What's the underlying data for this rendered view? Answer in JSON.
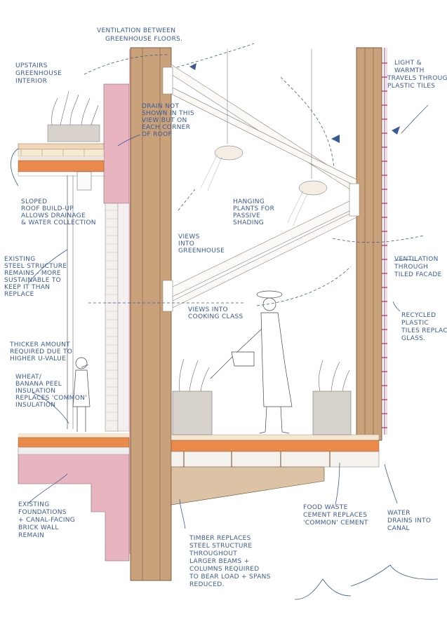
{
  "colors": {
    "timber": "#c9a27c",
    "timber_dark": "#7a5a3c",
    "brick_pink": "#e8b4c0",
    "insulation_orange": "#e98a4a",
    "concrete_grey": "#d8d2cc",
    "annotation_blue": "#3b5a94",
    "magenta_tiles": "#c43b6c",
    "pale_wood": "#ddc3a6"
  },
  "annotations": {
    "ventilation_between": [
      "VENTILATION BETWEEN",
      "GREENHOUSE FLOORS."
    ],
    "upstairs": [
      "UPSTAIRS",
      "GREENHOUSE",
      "INTERIOR"
    ],
    "light_warmth": [
      "LIGHT &",
      "WARMTH",
      "TRAVELS THROUGH",
      "PLASTIC TILES"
    ],
    "drain": [
      "DRAIN NOT",
      "SHOWN IN THIS",
      "VIEW BUT ON",
      "EACH CORNER",
      "OF ROOF"
    ],
    "sloped_roof": [
      "SLOPED",
      "ROOF BUILD-UP",
      "ALLOWS DRAINAGE",
      "& WATER COLLECTION"
    ],
    "hanging_plants": [
      "HANGING",
      "PLANTS FOR",
      "PASSIVE",
      "SHADING"
    ],
    "views_greenhouse": [
      "VIEWS",
      "INTO",
      "GREENHOUSE"
    ],
    "ventilation_facade": [
      "VENTILATION",
      "THROUGH",
      "TILED FACADE"
    ],
    "existing_steel": [
      "EXISTING",
      "STEEL STRUCTURE",
      "REMAINS - MORE",
      "SUSTAINABLE TO",
      "KEEP IT THAN",
      "REPLACE"
    ],
    "views_cooking": [
      "VIEWS INTO",
      "COOKING CLASS"
    ],
    "recycled_tiles": [
      "RECYCLED",
      "PLASTIC",
      "TILES REPLACE",
      "GLASS."
    ],
    "thicker_amount": [
      "THICKER AMOUNT",
      "REQUIRED DUE TO",
      "HIGHER U-VALUE"
    ],
    "wheat_banana": [
      "WHEAT/",
      "BANANA PEEL",
      "INSULATION",
      "REPLACES 'COMMON'",
      "INSULATION"
    ],
    "existing_foundations": [
      "EXISTING",
      "FOUNDATIONS",
      "+ CANAL-FACING",
      "BRICK WALL",
      "REMAIN"
    ],
    "timber_replaces": [
      "TIMBER REPLACES",
      "STEEL STRUCTURE",
      "THROUGHOUT",
      "LARGER BEAMS +",
      "COLUMNS REQUIRED",
      "TO BEAR LOAD + SPANS",
      "REDUCED."
    ],
    "food_waste": [
      "FOOD WASTE",
      "CEMENT REPLACES",
      "'COMMON' CEMENT"
    ],
    "water_drains": [
      "WATER",
      "DRAINS INTO",
      "CANAL"
    ]
  }
}
